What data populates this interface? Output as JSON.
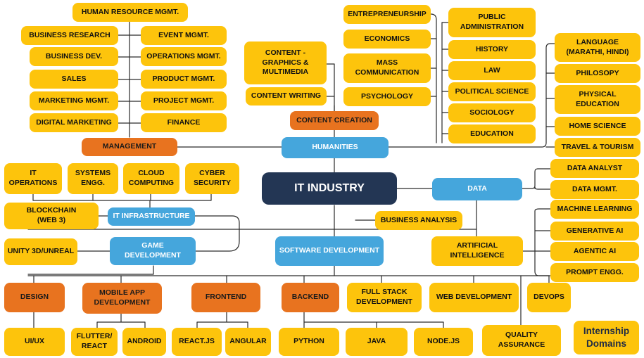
{
  "center": "IT INDUSTRY",
  "legend": "Internship\nDomains",
  "categories": {
    "management": "MANAGEMENT",
    "humanities": "HUMANITIES",
    "content_creation": "CONTENT CREATION",
    "data": "DATA",
    "it_infrastructure": "IT INFRASTRUCTURE",
    "business_analysis": "BUSINESS ANALYSIS",
    "game_development": "GAME DEVELOPMENT",
    "software_development": "SOFTWARE DEVELOPMENT",
    "artificial_intelligence": "ARTIFICIAL\nINTELLIGENCE"
  },
  "management_items": [
    "HUMAN RESOURCE MGMT.",
    "BUSINESS RESEARCH",
    "EVENT MGMT.",
    "BUSINESS DEV.",
    "OPERATIONS MGMT.",
    "SALES",
    "PRODUCT MGMT.",
    "MARKETING MGMT.",
    "PROJECT MGMT.",
    "DIGITAL MARKETING",
    "FINANCE"
  ],
  "content_items": [
    "CONTENT -\nGRAPHICS &\nMULTIMEDIA",
    "CONTENT WRITING"
  ],
  "humanities_items": [
    "ENTREPRENEURSHIP",
    "ECONOMICS",
    "MASS\nCOMMUNICATION",
    "PSYCHOLOGY",
    "PUBLIC\nADMINISTRATION",
    "HISTORY",
    "LAW",
    "POLITICAL SCIENCE",
    "SOCIOLOGY",
    "EDUCATION",
    "LANGUAGE\n(MARATHI, HINDI)",
    "PHILOSOPY",
    "PHYSICAL\nEDUCATION",
    "HOME SCIENCE",
    "TRAVEL & TOURISM"
  ],
  "data_items": [
    "DATA ANALYST",
    "DATA MGMT."
  ],
  "infra_items": [
    "IT\nOPERATIONS",
    "SYSTEMS\nENGG.",
    "CLOUD\nCOMPUTING",
    "CYBER\nSECURITY",
    "BLOCKCHAIN\n(WEB 3)"
  ],
  "game_items": [
    "UNITY 3D/UNREAL"
  ],
  "ai_items": [
    "MACHINE LEARNING",
    "GENERATIVE AI",
    "AGENTIC AI",
    "PROMPT ENGG."
  ],
  "software_groups": {
    "design": "DESIGN",
    "mobile": "MOBILE APP\nDEVELOPMENT",
    "frontend": "FRONTEND",
    "backend": "BACKEND",
    "full_stack": "FULL STACK\nDEVELOPMENT",
    "web_dev": "WEB DEVELOPMENT",
    "devops": "DEVOPS"
  },
  "software_items": [
    "UI/UX",
    "FLUTTER/\nREACT",
    "ANDROID",
    "REACT.JS",
    "ANGULAR",
    "PYTHON",
    "JAVA",
    "NODE.JS",
    "QUALITY\nASSURANCE"
  ],
  "colors": {
    "category": "#45a6dc",
    "group": "#e8731f",
    "item": "#fdc40c",
    "center": "#233654",
    "line": "#2a2a2a"
  }
}
